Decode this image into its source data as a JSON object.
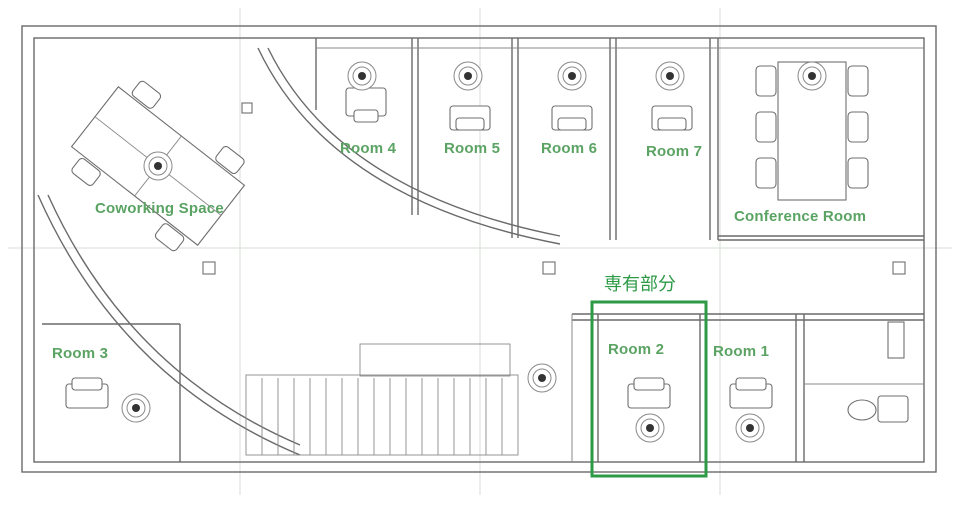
{
  "floor_plan": {
    "private_area_label": "専有部分",
    "rooms": {
      "coworking": "Coworking Space",
      "room4": "Room 4",
      "room5": "Room 5",
      "room6": "Room 6",
      "room7": "Room 7",
      "conference": "Conference Room",
      "room3": "Room 3",
      "room2": "Room 2",
      "room1": "Room 1"
    },
    "colors": {
      "label": "#5aa363",
      "highlight": "#2d9a46",
      "wall": "#6a6a6a"
    }
  }
}
